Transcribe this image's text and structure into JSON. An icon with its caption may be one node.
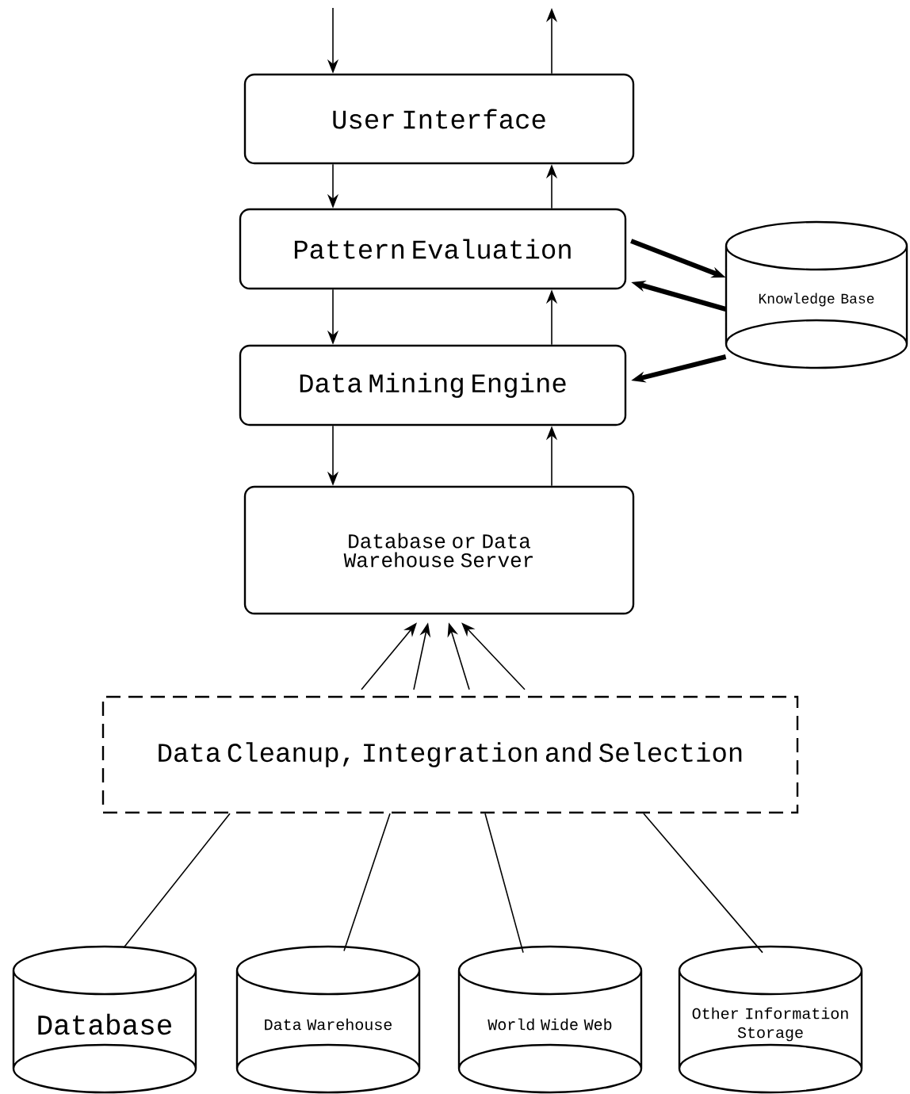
{
  "diagram": {
    "nodes": [
      {
        "text": [
          "User Interface"
        ]
      },
      {
        "text": [
          "Pattern Evaluation"
        ]
      },
      {
        "text": [
          "Data Mining Engine"
        ]
      },
      {
        "text": [
          "Database or Data Warehouse Server"
        ]
      },
      {
        "text": [
          "Knowledge Base"
        ]
      },
      {
        "text": [
          "Data Cleanup, Integration and Selection"
        ]
      },
      {
        "text": [
          "Database"
        ]
      },
      {
        "text": [
          "Data Warehouse"
        ]
      },
      {
        "text": [
          "World Wide Web"
        ]
      },
      {
        "text": [
          "Other Information Storage"
        ]
      }
    ],
    "edges": [
      {
        "from": null,
        "to": 0,
        "arrow": "to"
      },
      {
        "from": 0,
        "to": null,
        "arrow": "to"
      },
      {
        "from": 0,
        "to": 1,
        "arrow": "to"
      },
      {
        "from": 1,
        "to": 0,
        "arrow": "to"
      },
      {
        "from": 1,
        "to": 2,
        "arrow": "to"
      },
      {
        "from": 2,
        "to": 1,
        "arrow": "to"
      },
      {
        "from": 2,
        "to": 3,
        "arrow": "to"
      },
      {
        "from": 3,
        "to": 2,
        "arrow": "to"
      },
      {
        "from": 1,
        "to": 4,
        "arrow": "to",
        "style": "thick"
      },
      {
        "from": 4,
        "to": 1,
        "arrow": "to",
        "style": "thick"
      },
      {
        "from": 4,
        "to": 2,
        "arrow": "to",
        "style": "thick"
      },
      {
        "from": 5,
        "to": 3,
        "arrow": "to"
      },
      {
        "from": 5,
        "to": 3,
        "arrow": "to"
      },
      {
        "from": 5,
        "to": 3,
        "arrow": "to"
      },
      {
        "from": 5,
        "to": 3,
        "arrow": "to"
      },
      {
        "from": 6,
        "to": 5,
        "arrow": "none"
      },
      {
        "from": 7,
        "to": 5,
        "arrow": "none"
      },
      {
        "from": 8,
        "to": 5,
        "arrow": "none"
      },
      {
        "from": 9,
        "to": 5,
        "arrow": "none"
      }
    ]
  }
}
